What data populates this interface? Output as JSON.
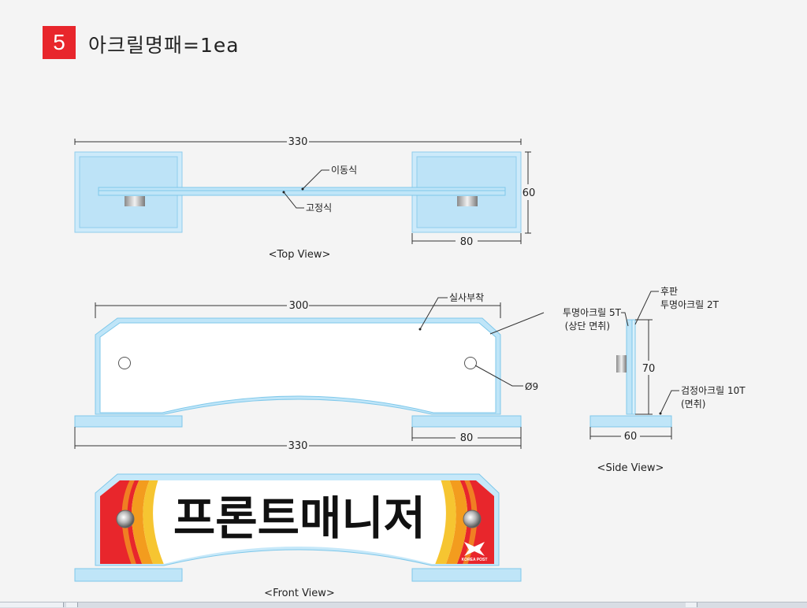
{
  "header": {
    "badge": "5",
    "title": "아크릴명패=1ea"
  },
  "top_view": {
    "dim_width": "330",
    "dim_height": "60",
    "dim_base": "80",
    "label_moving": "이동식",
    "label_fixed": "고정식",
    "caption": "<Top View>"
  },
  "front_view": {
    "dim_top": "300",
    "dim_bottom": "330",
    "dim_base": "80",
    "label_print": "실사부착",
    "label_hole": "Ø9"
  },
  "side_view": {
    "label_back_1": "후판",
    "label_back_2": "투명아크릴 2T",
    "label_front_1": "투명아크릴 5T",
    "label_front_2": "(상단 면취)",
    "dim_height": "70",
    "dim_base": "60",
    "label_base_1": "검정아크릴 10T",
    "label_base_2": "(면취)",
    "caption": "<Side View>"
  },
  "render": {
    "sign_text": "프론트매니저",
    "logo_text": "KOREA POST",
    "caption": "<Front View>"
  },
  "colors": {
    "acrylic": "#bfe5f8",
    "acrylic_edge": "#7fc8ea",
    "accent_red": "#e8262c",
    "accent_orange": "#f39c1e",
    "accent_yellow": "#f6c531"
  }
}
